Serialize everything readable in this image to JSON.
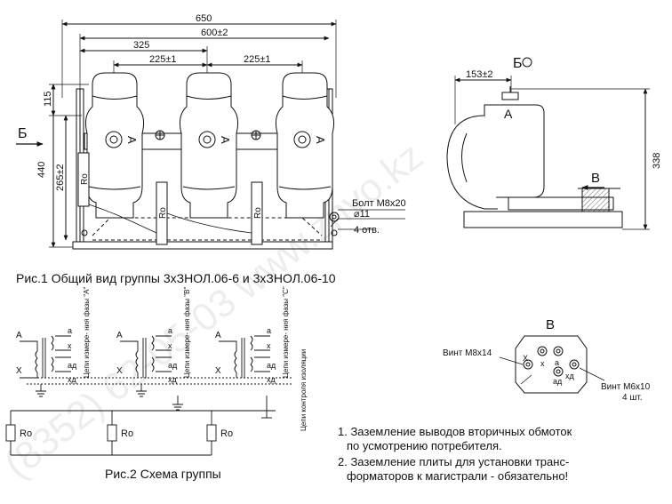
{
  "fig1": {
    "caption": "Рис.1 Общий вид группы 3хЗНОЛ.06-6 и 3хЗНОЛ.06-10",
    "dims": {
      "total_width": "650",
      "mount_width": "600±2",
      "center_offset": "325",
      "pitch_left": "225±1",
      "pitch_right": "225±1",
      "top_offset": "115",
      "total_height": "440",
      "mount_height": "265±2"
    },
    "view_arrow": "Б",
    "phase_letter": "А",
    "resistor_label": "Ro",
    "bolt": "Болт М8х20",
    "hole_dia": "⌀11",
    "holes": "4 отв."
  },
  "side": {
    "view_title": "Б",
    "dim_offset": "153±2",
    "dim_height": "338",
    "terminal": "А",
    "arrow": "В"
  },
  "view_v": {
    "title": "В",
    "screw_left": "Винт М8х14",
    "screw_right": "Винт М6х10",
    "qty": "4 шт.",
    "t_x": "х",
    "t_a": "а",
    "t_ad": "ад",
    "t_xd": "хд",
    "t_X": "Х"
  },
  "fig2": {
    "caption": "Рис.2 Схема группы",
    "A": "А",
    "X": "Х",
    "a": "а",
    "x": "х",
    "ad": "ад",
    "xd": "хд",
    "ro": "Ro",
    "circ_A": "Цепи измере- ния фазы \"А\"",
    "circ_B": "Цепи измере- ния фазы \"В\"",
    "circ_C": "Цепи измере- ния фазы \"С\"",
    "insul": "Цепи контроля изоляции"
  },
  "notes": [
    "1. Заземление выводов вторичных обмоток",
    "по усмотрению потребителя.",
    "2. Заземление плиты для установки транс-",
    "форматоров к магистрали - обязательно!"
  ],
  "watermark": "(8352) 62-05-03 www.znvo.kz"
}
